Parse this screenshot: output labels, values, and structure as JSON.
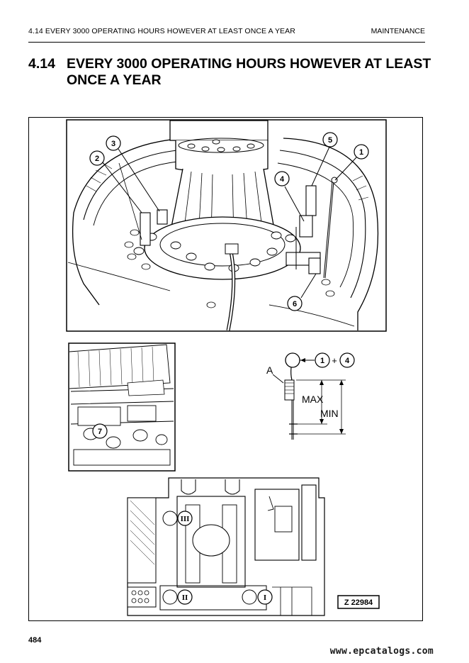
{
  "header": {
    "section": "4.14 EVERY 3000 OPERATING HOURS HOWEVER AT LEAST ONCE A YEAR",
    "chapter": "MAINTENANCE"
  },
  "title": {
    "number": "4.14",
    "text": "EVERY 3000 OPERATING HOURS HOWEVER AT LEAST ONCE A YEAR"
  },
  "figure": {
    "callouts_top": [
      "1",
      "2",
      "3",
      "4",
      "5",
      "6"
    ],
    "callout_middle": "7",
    "dipstick": {
      "callout_left": "1",
      "plus": "+",
      "callout_right": "4",
      "letter": "A",
      "max_label": "MAX",
      "min_label": "MIN"
    },
    "roman_callouts": [
      "I",
      "II",
      "III"
    ],
    "figure_id": "Z 22984"
  },
  "footer": {
    "page_number": "484",
    "watermark": "www.epcatalogs.com"
  }
}
